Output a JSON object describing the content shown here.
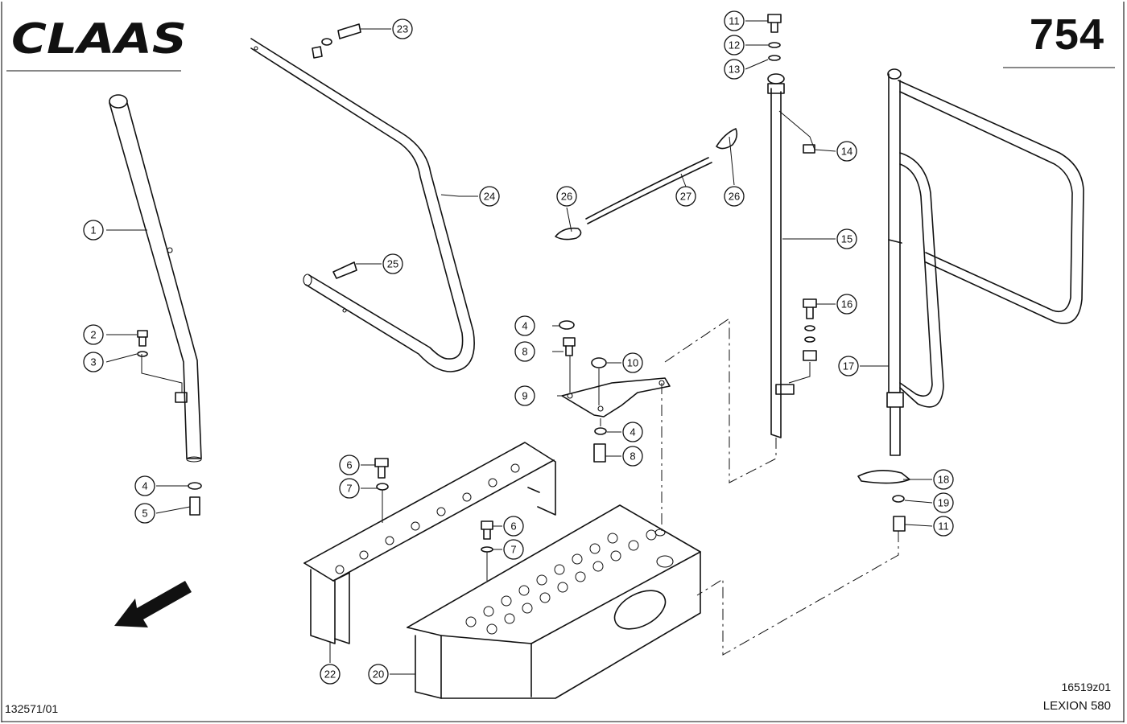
{
  "brand": {
    "logo_text": "CLAAS",
    "color": "#111111"
  },
  "header": {
    "page_number": "754"
  },
  "footer": {
    "drawing_id": "16519z01",
    "model": "LEXION 580",
    "doc_number": "132571/01"
  },
  "callouts": [
    {
      "n": "1"
    },
    {
      "n": "2"
    },
    {
      "n": "3"
    },
    {
      "n": "4"
    },
    {
      "n": "5"
    },
    {
      "n": "23"
    },
    {
      "n": "24"
    },
    {
      "n": "25"
    },
    {
      "n": "26"
    },
    {
      "n": "27"
    },
    {
      "n": "26"
    },
    {
      "n": "11"
    },
    {
      "n": "12"
    },
    {
      "n": "13"
    },
    {
      "n": "14"
    },
    {
      "n": "15"
    },
    {
      "n": "16"
    },
    {
      "n": "4"
    },
    {
      "n": "8"
    },
    {
      "n": "10"
    },
    {
      "n": "9"
    },
    {
      "n": "4"
    },
    {
      "n": "8"
    },
    {
      "n": "17"
    },
    {
      "n": "18"
    },
    {
      "n": "19"
    },
    {
      "n": "11"
    },
    {
      "n": "6"
    },
    {
      "n": "7"
    },
    {
      "n": "6"
    },
    {
      "n": "7"
    },
    {
      "n": "22"
    },
    {
      "n": "20"
    }
  ]
}
